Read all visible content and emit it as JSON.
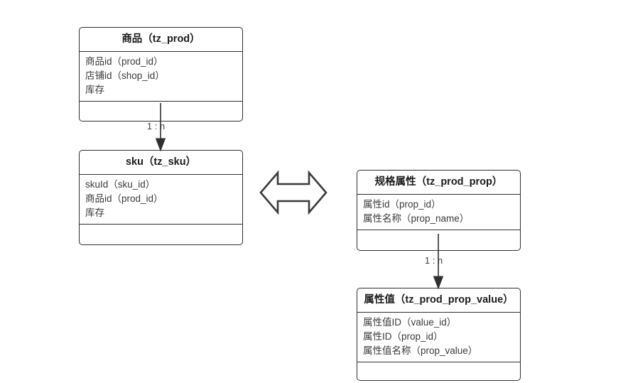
{
  "diagram": {
    "type": "er-uml-class-diagram",
    "background_color": "#ffffff",
    "border_color": "#2f2f2f",
    "text_color": "#3a3a3a",
    "title_color": "#1b1b1b"
  },
  "entities": [
    {
      "id": "tz_prod",
      "title_cn": "商品",
      "title_table": "tz_prod",
      "title_full": "商品（tz_prod）",
      "attributes": [
        "商品id（prod_id）",
        "店铺id（shop_id）",
        "库存"
      ],
      "footer_items": []
    },
    {
      "id": "tz_sku",
      "title_cn": "sku",
      "title_table": "tz_sku",
      "title_full": "sku（tz_sku）",
      "attributes": [
        "skuId（sku_id）",
        "商品id（prod_id）",
        "库存"
      ],
      "footer_items": []
    },
    {
      "id": "tz_prod_prop",
      "title_cn": "规格属性",
      "title_table": "tz_prod_prop",
      "title_full": "规格属性（tz_prod_prop）",
      "attributes": [
        "属性id（prop_id）",
        "属性名称（prop_name）"
      ],
      "footer_items": []
    },
    {
      "id": "tz_prod_prop_value",
      "title_cn": "属性值",
      "title_table": "tz_prod_prop_value",
      "title_full": "属性值（tz_prod_prop_value）",
      "attributes": [
        "属性值ID（value_id）",
        "属性ID（prop_id）",
        "属性值名称（prop_value）"
      ],
      "footer_items": []
    }
  ],
  "relationships": [
    {
      "id": "prod-to-sku",
      "from": "tz_prod",
      "to": "tz_sku",
      "cardinality": "1 : n",
      "arrow": "single-filled-down"
    },
    {
      "id": "prop-to-prop-value",
      "from": "tz_prod_prop",
      "to": "tz_prod_prop_value",
      "cardinality": "1 : n",
      "arrow": "single-filled-down"
    },
    {
      "id": "sku-to-prop",
      "from": "tz_sku",
      "to": "tz_prod_prop",
      "cardinality": "",
      "arrow": "double-headed-hollow-horizontal"
    }
  ]
}
